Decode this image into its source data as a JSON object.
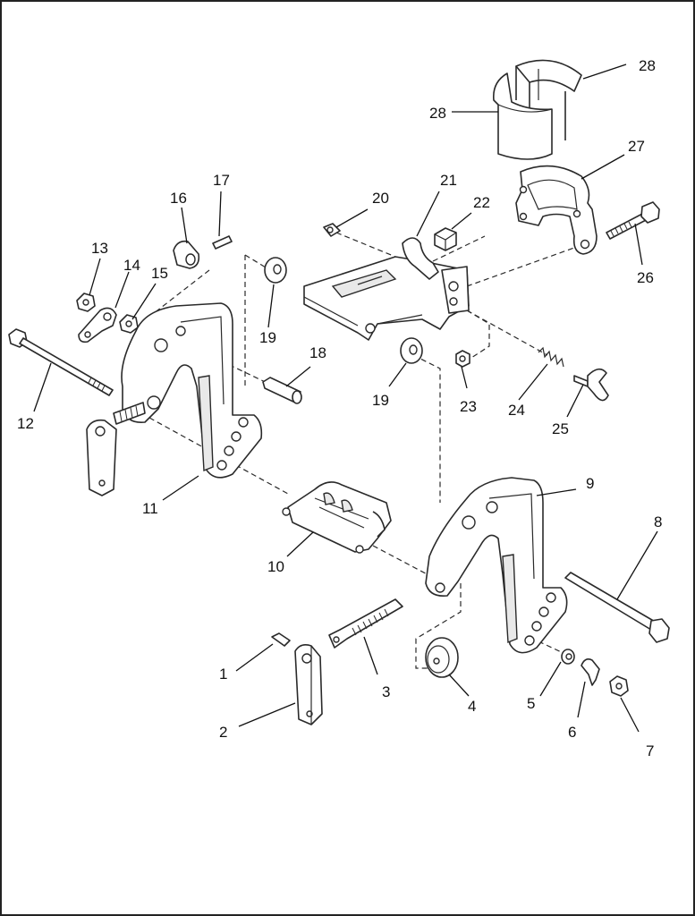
{
  "callouts": {
    "n1": "1",
    "n2": "2",
    "n3": "3",
    "n4": "4",
    "n5": "5",
    "n6": "6",
    "n7": "7",
    "n8": "8",
    "n9": "9",
    "n10": "10",
    "n11": "11",
    "n12": "12",
    "n13": "13",
    "n14": "14",
    "n15": "15",
    "n16": "16",
    "n17": "17",
    "n18": "18",
    "n19a": "19",
    "n19b": "19",
    "n20": "20",
    "n21": "21",
    "n22": "22",
    "n23": "23",
    "n24": "24",
    "n25": "25",
    "n26": "26",
    "n27": "27",
    "n28a": "28",
    "n28b": "28"
  }
}
